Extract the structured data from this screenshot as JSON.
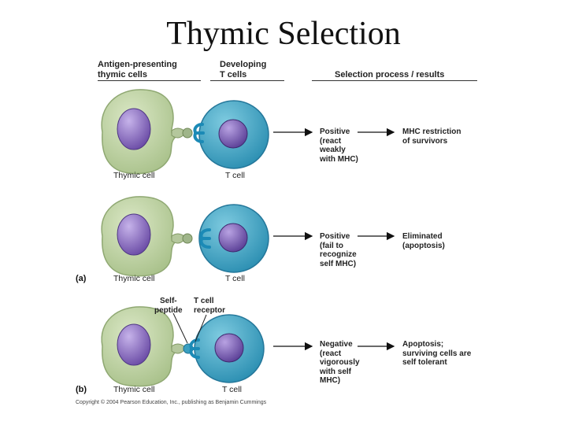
{
  "title": "Thymic Selection",
  "headers": {
    "apc": "Antigen-presenting\nthymic cells",
    "tcells": "Developing\nT cells",
    "process": "Selection process / results"
  },
  "rows": [
    {
      "process": "Positive\n(react\nweakly\nwith MHC)",
      "result": "MHC restriction\nof survivors",
      "thymic_label": "Thymic cell",
      "tcell_label": "T cell"
    },
    {
      "process": "Positive\n(fail to\nrecognize\nself MHC)",
      "result": "Eliminated\n(apoptosis)",
      "thymic_label": "Thymic cell",
      "tcell_label": "T cell"
    },
    {
      "process": "Negative\n(react\nvigorously\nwith self\nMHC)",
      "result": "Apoptosis;\nsurviving cells are\nself tolerant",
      "thymic_label": "Thymic cell",
      "tcell_label": "T cell"
    }
  ],
  "panel_a": "(a)",
  "panel_b": "(b)",
  "callouts": {
    "self_peptide": "Self-\npeptide",
    "tcr": "T cell\nreceptor"
  },
  "copyright": "Copyright © 2004 Pearson Education, Inc., publishing as Benjamin Cummings",
  "colors": {
    "thymic_cell": "#c3d5a8",
    "thymic_edge": "#94ab76",
    "t_cell": "#3a9fc0",
    "t_cell_edge": "#2a7e9c",
    "nucleus": "#7c5fb5",
    "nucleus_light": "#b9a3e0",
    "receptor": "#1e8fb8",
    "mhc": "#9fb58a"
  }
}
